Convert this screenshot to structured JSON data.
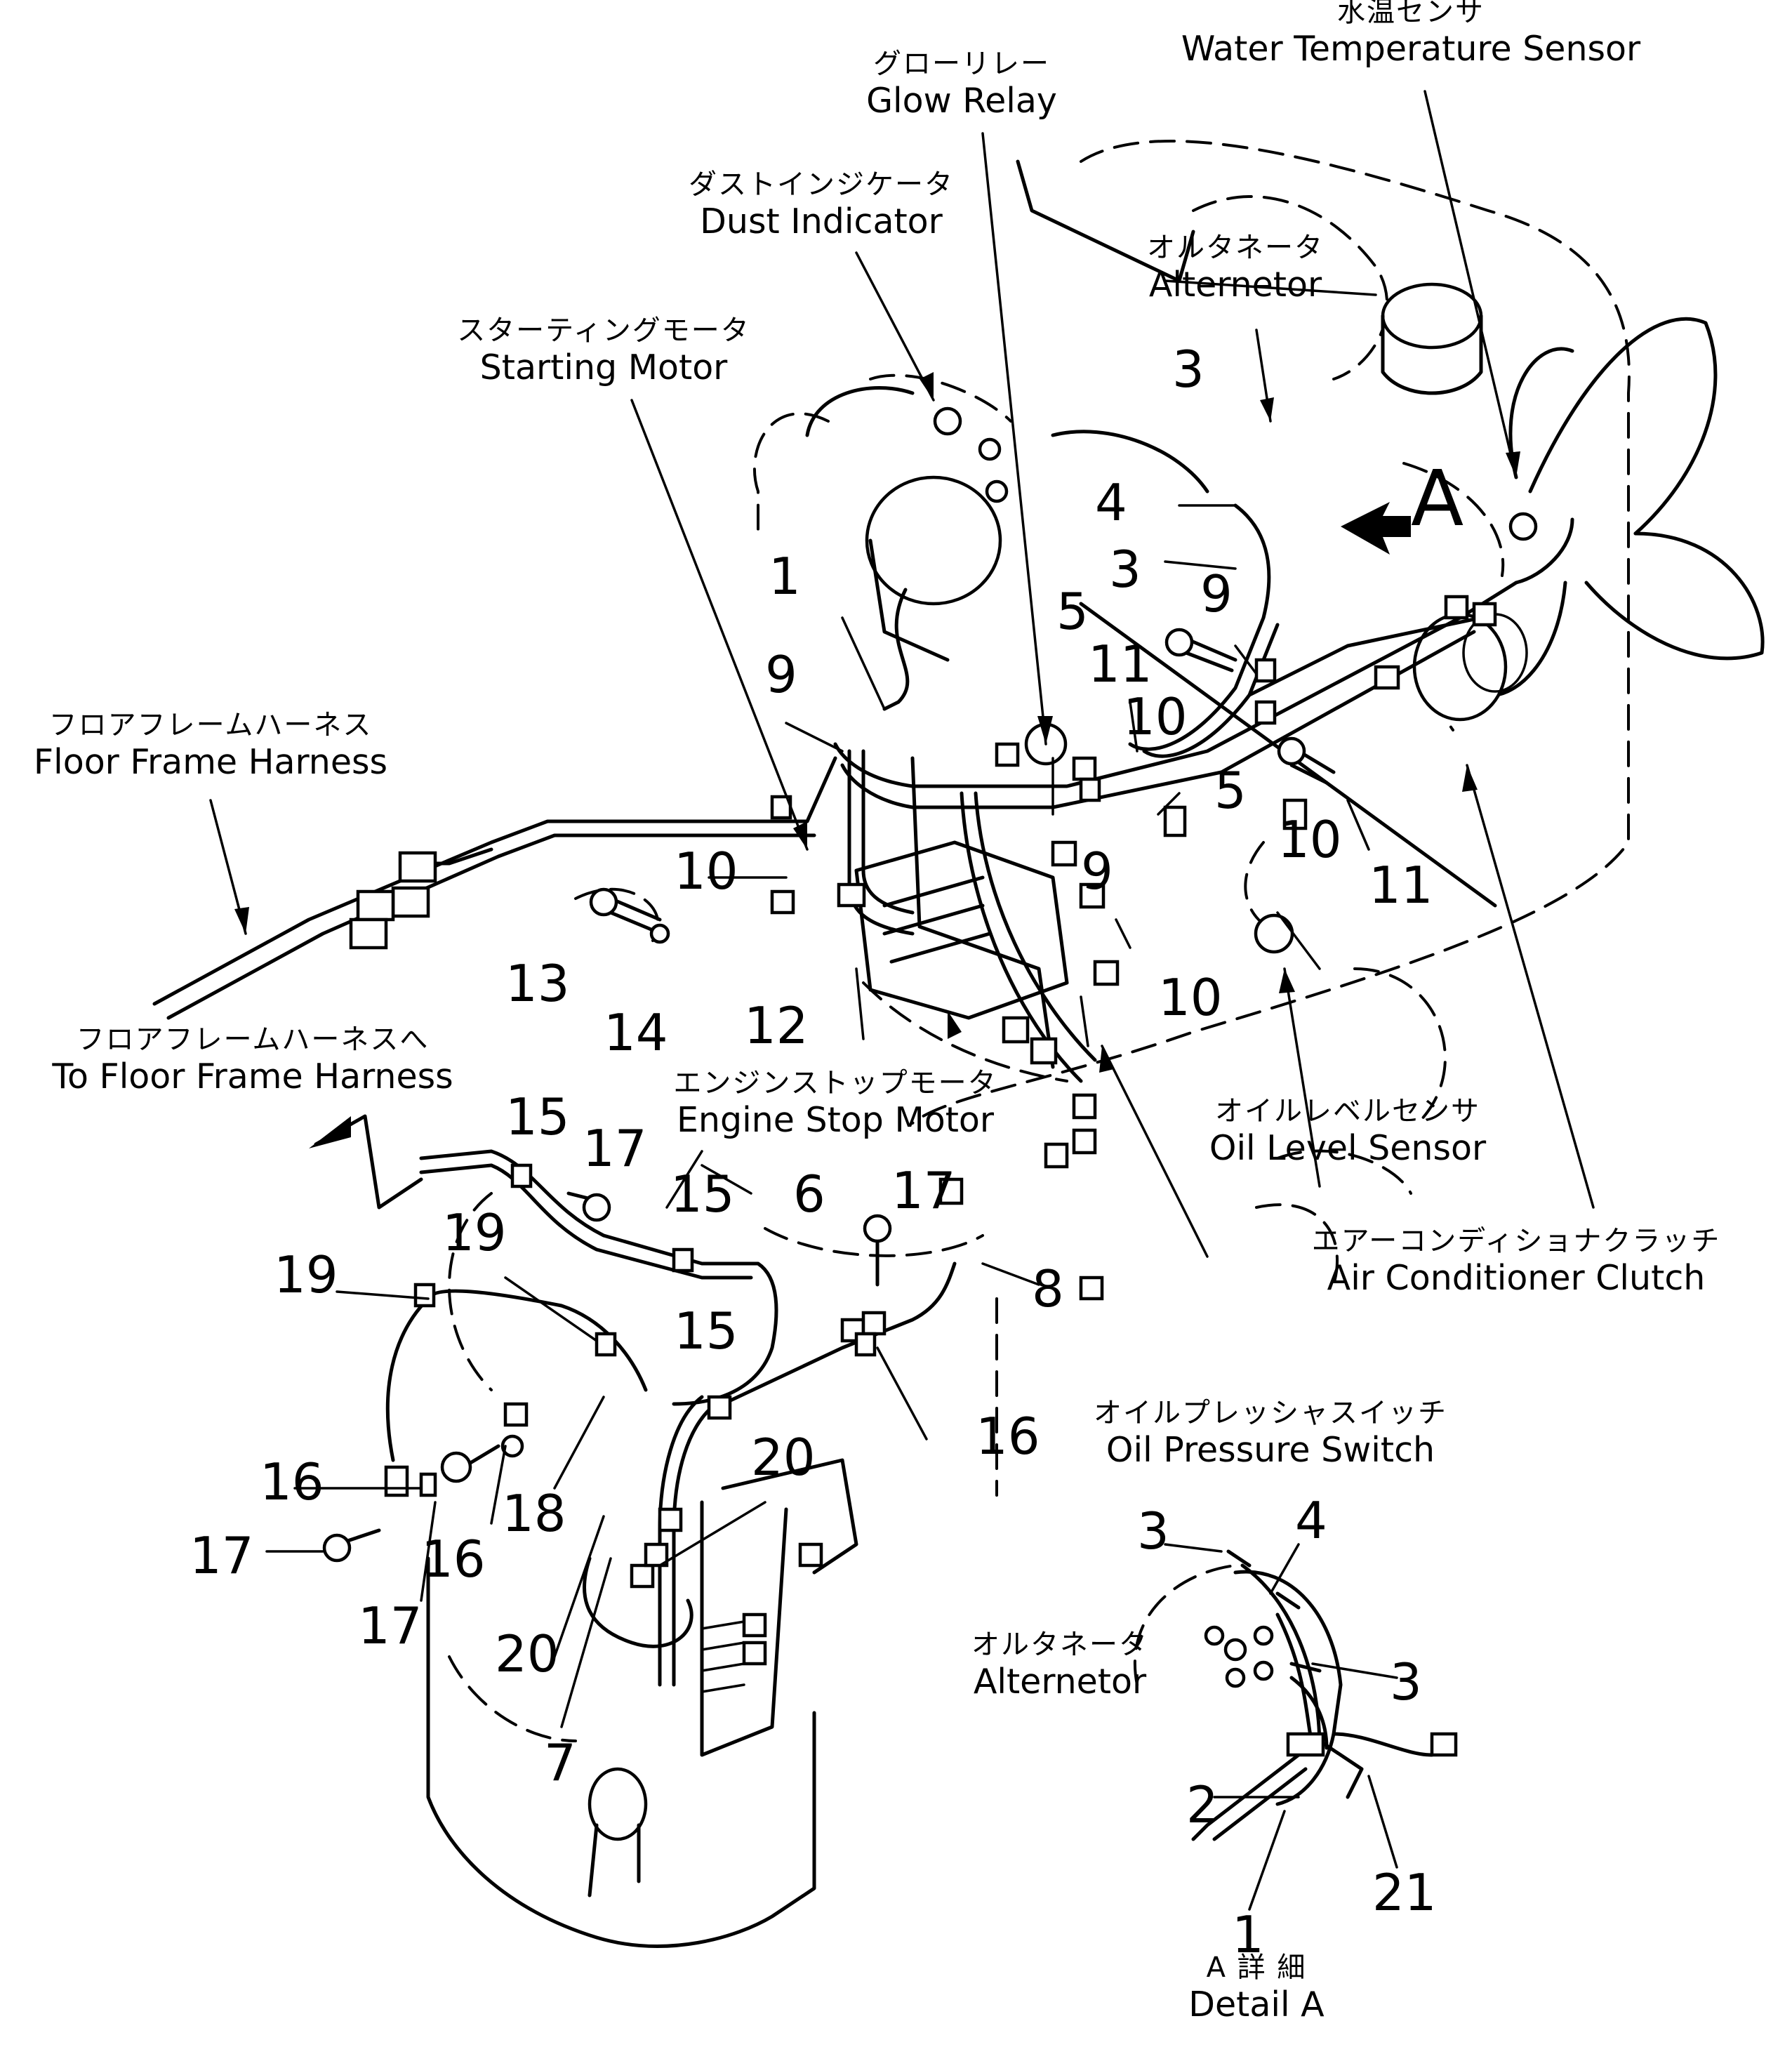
{
  "labels": {
    "water_temp_sensor": {
      "ja": "水温センサ",
      "en": "Water Temperature Sensor"
    },
    "glow_relay": {
      "ja": "グローリレー",
      "en": "Glow Relay"
    },
    "dust_indicator": {
      "ja": "ダストインジケータ",
      "en": "Dust Indicator"
    },
    "alternator": {
      "ja": "オルタネータ",
      "en": "Alternetor"
    },
    "starting_motor": {
      "ja": "スターティングモータ",
      "en": "Starting Motor"
    },
    "floor_frame_harness": {
      "ja": "フロアフレームハーネス",
      "en": "Floor Frame Harness"
    },
    "to_floor_frame_harness": {
      "ja": "フロアフレームハーネスへ",
      "en": "To Floor Frame Harness"
    },
    "engine_stop_motor": {
      "ja": "エンジンストップモータ",
      "en": "Engine Stop Motor"
    },
    "oil_level_sensor": {
      "ja": "オイルレベルセンサ",
      "en": "Oil Level Sensor"
    },
    "air_conditioner_clutch": {
      "ja": "エアーコンディショナクラッチ",
      "en": "Air Conditioner Clutch"
    },
    "oil_pressure_switch": {
      "ja": "オイルプレッシャスイッチ",
      "en": "Oil Pressure Switch"
    },
    "detail_alternator": {
      "ja": "オルタネータ",
      "en": "Alternetor"
    },
    "detail_a": {
      "ja": "A 詳 細",
      "en": "Detail A"
    }
  },
  "view_marker": "A",
  "callouts": [
    "1",
    "2",
    "3",
    "4",
    "5",
    "6",
    "7",
    "8",
    "9",
    "10",
    "11",
    "12",
    "13",
    "14",
    "15",
    "16",
    "17",
    "18",
    "19",
    "20",
    "21"
  ]
}
